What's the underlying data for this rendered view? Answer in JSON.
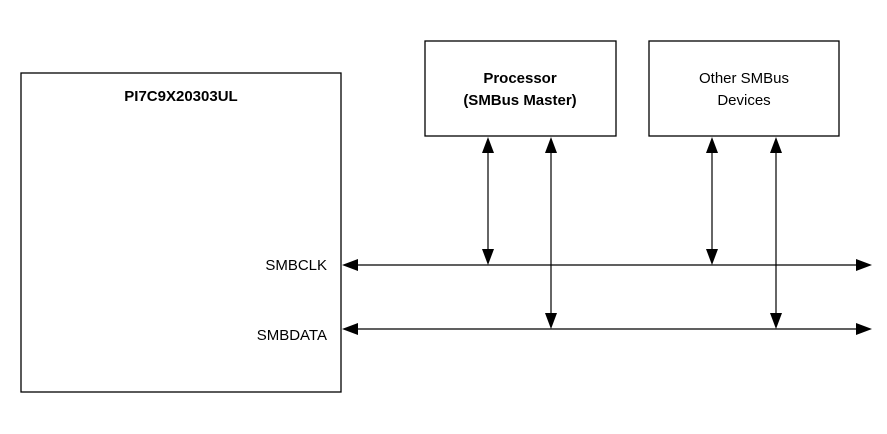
{
  "diagram": {
    "chip": {
      "title": "PI7C9X20303UL",
      "pins": [
        "SMBCLK",
        "SMBDATA"
      ]
    },
    "processor": {
      "line1": "Processor",
      "line2": "(SMBus Master)"
    },
    "other_devices": {
      "line1": "Other SMBus",
      "line2": "Devices"
    },
    "buses": [
      {
        "name": "SMBCLK"
      },
      {
        "name": "SMBDATA"
      }
    ],
    "connections": [
      {
        "from": "Processor (SMBus Master)",
        "to": "SMBCLK",
        "direction": "bidirectional"
      },
      {
        "from": "Processor (SMBus Master)",
        "to": "SMBDATA",
        "direction": "bidirectional"
      },
      {
        "from": "Other SMBus Devices",
        "to": "SMBCLK",
        "direction": "bidirectional"
      },
      {
        "from": "Other SMBus Devices",
        "to": "SMBDATA",
        "direction": "bidirectional"
      }
    ]
  }
}
